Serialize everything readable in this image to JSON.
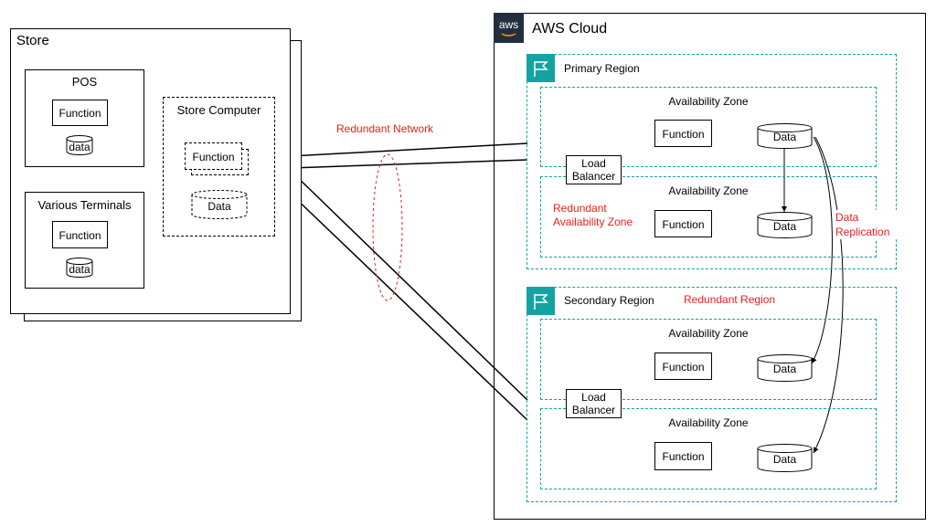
{
  "store": {
    "title": "Store",
    "pos": {
      "title": "POS",
      "function": "Function",
      "data": "data"
    },
    "terminals": {
      "title": "Various Terminals",
      "function": "Function",
      "data": "data"
    },
    "computer": {
      "title": "Store Computer",
      "function": "Function",
      "data": "Data"
    }
  },
  "network": {
    "label": "Redundant Network"
  },
  "aws": {
    "logo": "aws",
    "title": "AWS Cloud",
    "primary": {
      "title": "Primary Region",
      "icon": "region-flag-icon",
      "az1": {
        "title": "Availability Zone",
        "function": "Function",
        "data": "Data"
      },
      "az2": {
        "title": "Availability Zone",
        "function": "Function",
        "data": "Data"
      },
      "load_balancer": "Load Balancer",
      "redundant_az": "Redundant Availability Zone",
      "replication": "Data Replication"
    },
    "secondary": {
      "title": "Secondary Region",
      "icon": "region-flag-icon",
      "redundant_region": "Redundant Region",
      "az1": {
        "title": "Availability Zone",
        "function": "Function",
        "data": "Data"
      },
      "az2": {
        "title": "Availability Zone",
        "function": "Function",
        "data": "Data"
      },
      "load_balancer": "Load Balancer"
    }
  },
  "colors": {
    "accent": "#13a3a3",
    "annotation": "#e8211b",
    "aws_badge": "#232f3e"
  }
}
